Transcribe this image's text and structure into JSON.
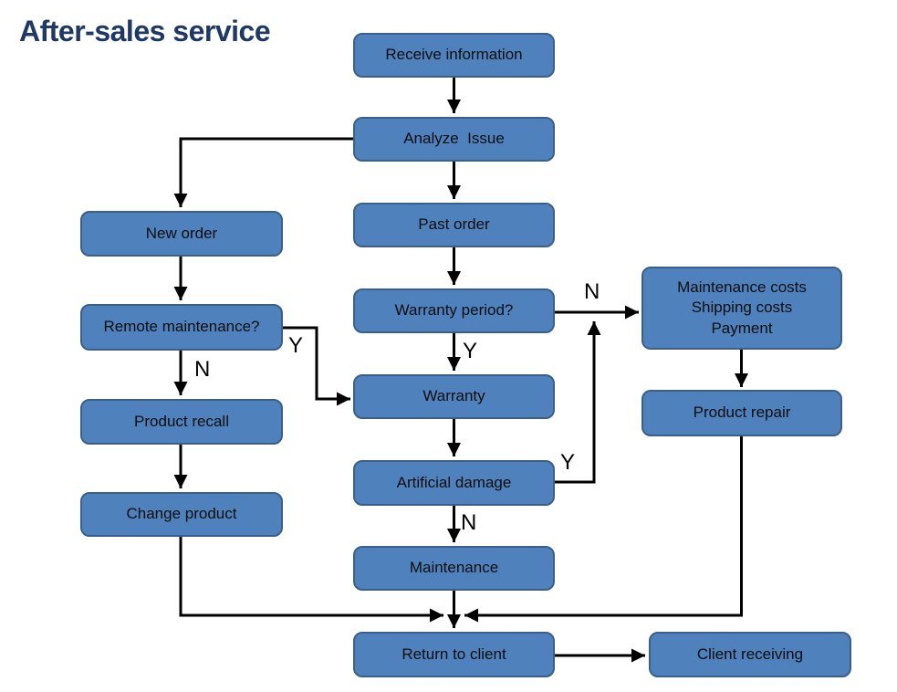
{
  "title": "After-sales service",
  "nodes": {
    "receive_information": {
      "label": "Receive information"
    },
    "analyze_issue": {
      "label": "Analyze  Issue"
    },
    "past_order": {
      "label": "Past order"
    },
    "warranty_period": {
      "label": "Warranty period?"
    },
    "warranty": {
      "label": "Warranty"
    },
    "artificial_damage": {
      "label": "Artificial damage"
    },
    "maintenance": {
      "label": "Maintenance"
    },
    "return_to_client": {
      "label": "Return to client"
    },
    "new_order": {
      "label": "New order"
    },
    "remote_maintenance": {
      "label": "Remote maintenance?"
    },
    "product_recall": {
      "label": "Product recall"
    },
    "change_product": {
      "label": "Change product"
    },
    "maintenance_costs": {
      "label": "Maintenance costs\nShipping costs\nPayment"
    },
    "product_repair": {
      "label": "Product repair"
    },
    "client_receiving": {
      "label": "Client receiving"
    }
  },
  "edge_labels": {
    "remote_maintenance_no": "N",
    "remote_maintenance_yes": "Y",
    "warranty_period_yes": "Y",
    "warranty_period_no": "N",
    "artificial_damage_yes": "Y",
    "artificial_damage_no": "N"
  },
  "colors": {
    "node_fill": "#4f81bd",
    "node_border": "#3a5f8b",
    "title": "#1f3864",
    "arrow": "#000000"
  }
}
